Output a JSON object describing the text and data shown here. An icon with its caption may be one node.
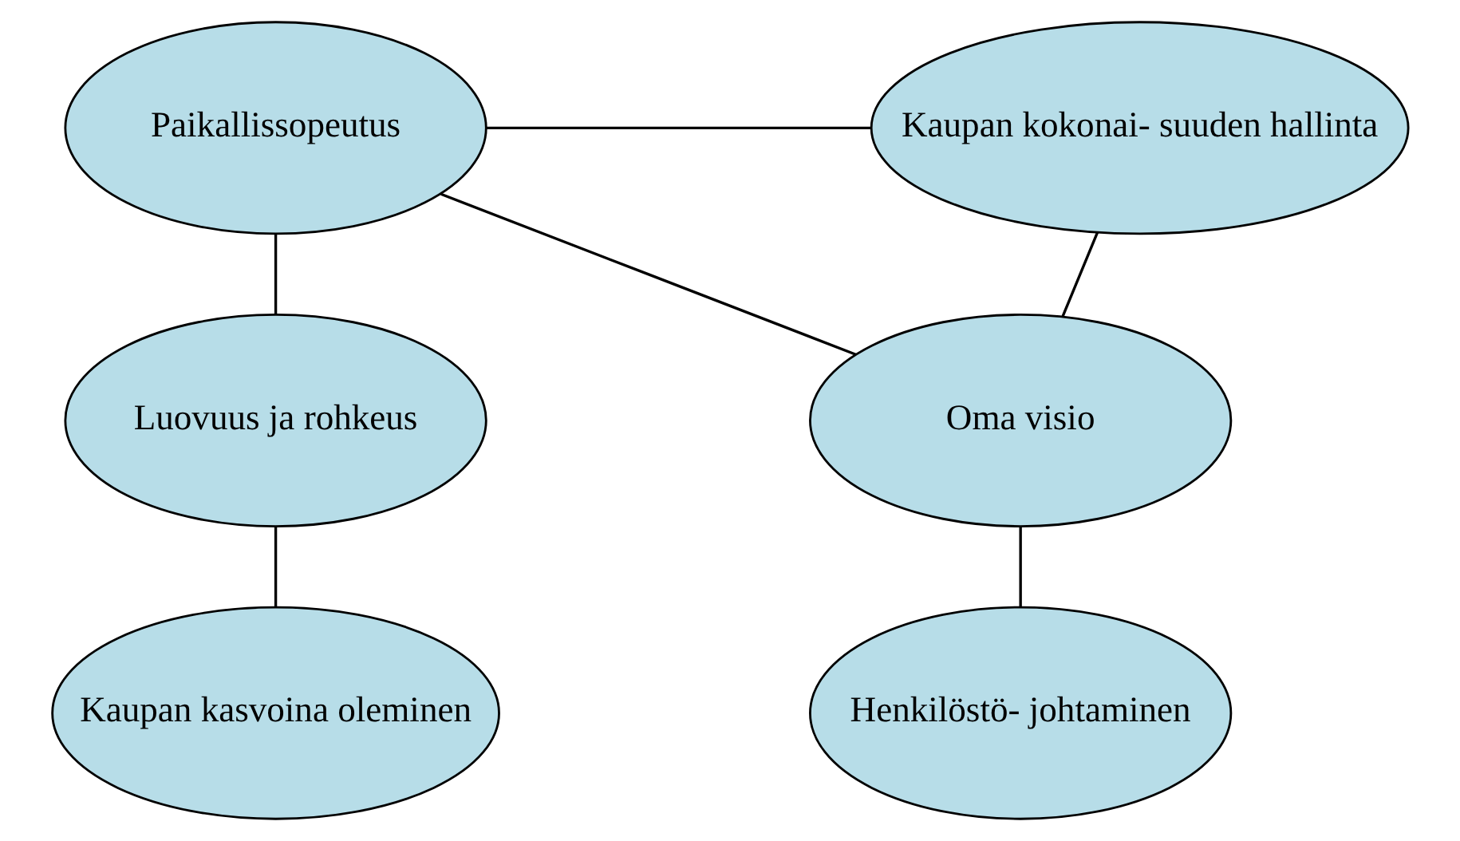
{
  "diagram": {
    "nodes": [
      {
        "text": [
          "Paikallissopeutus"
        ]
      },
      {
        "text": [
          "Kaupan kokonai- suuden hallinta"
        ]
      },
      {
        "text": [
          "Luovuus ja rohkeus"
        ]
      },
      {
        "text": [
          "Oma visio"
        ]
      },
      {
        "text": [
          "Kaupan kasvoina oleminen"
        ]
      },
      {
        "text": [
          "Henkilöstö- johtaminen"
        ]
      }
    ],
    "edges": [
      {
        "from": 0,
        "to": 1,
        "arrow": "none"
      },
      {
        "from": 0,
        "to": 2,
        "arrow": "none"
      },
      {
        "from": 0,
        "to": 3,
        "arrow": "none"
      },
      {
        "from": 3,
        "to": 1,
        "arrow": "none"
      },
      {
        "from": 2,
        "to": 4,
        "arrow": "none"
      },
      {
        "from": 3,
        "to": 5,
        "arrow": "none"
      }
    ]
  }
}
